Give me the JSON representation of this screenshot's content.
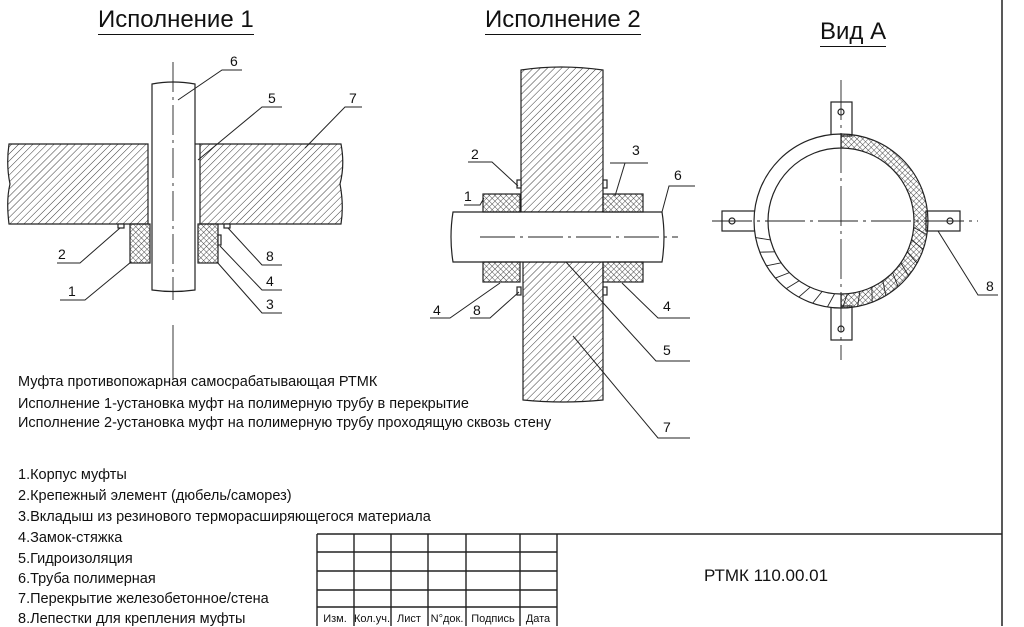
{
  "titles": {
    "variant1": "Исполнение 1",
    "variant2": "Исполнение 2",
    "view_a": "Вид А"
  },
  "callouts": {
    "v1": {
      "n6": "6",
      "n5": "5",
      "n7": "7",
      "n2": "2",
      "n1": "1",
      "n8": "8",
      "n4": "4",
      "n3": "3"
    },
    "v2": {
      "n2": "2",
      "n1": "1",
      "n3": "3",
      "n6": "6",
      "n4a": "4",
      "n8": "8",
      "n4b": "4",
      "n5": "5",
      "n7": "7"
    },
    "view": {
      "n8": "8"
    }
  },
  "description": {
    "heading": "Муфта противопожарная самосрабатывающая РТМК",
    "line1": "Исполнение 1-установка муфт на полимерную трубу в перекрытие",
    "line2": "Исполнение 2-установка муфт на полимерную трубу проходящую сквозь стену"
  },
  "legend": [
    "1.Корпус муфты",
    "2.Крепежный элемент (дюбель/саморез)",
    "3.Вкладыш из резинового терморасширяющегося материала",
    "4.Замок-стяжка",
    "5.Гидроизоляция",
    "6.Труба полимерная",
    "7.Перекрытие железобетонное/стена",
    "8.Лепестки для крепления муфты"
  ],
  "title_block": {
    "designation": "РТМК 110.00.01",
    "columns": [
      "Изм.",
      "Кол.уч.",
      "Лист",
      "N°док.",
      "Подпись",
      "Дата"
    ]
  }
}
